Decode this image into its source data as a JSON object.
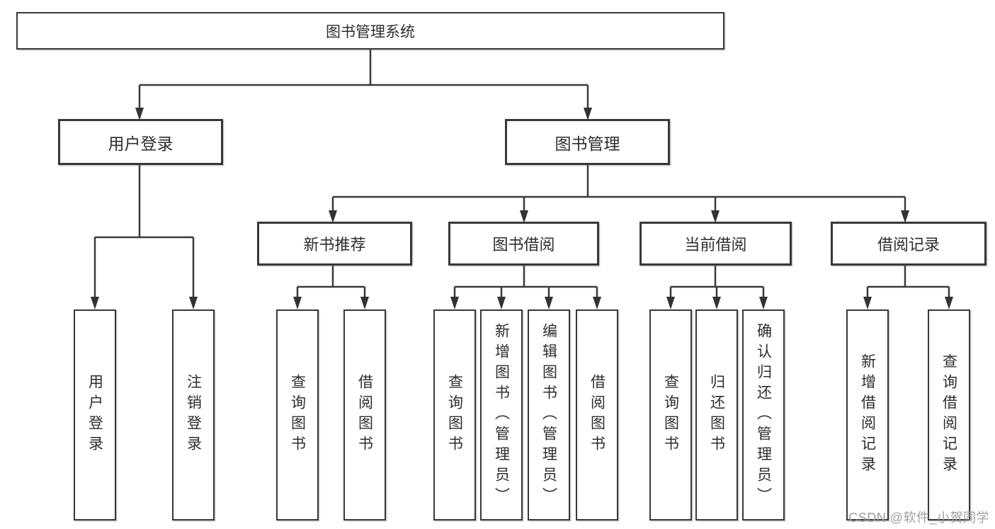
{
  "tree": {
    "root": "图书管理系统",
    "branches": [
      {
        "label": "用户登录",
        "children": [
          "用户登录",
          "注销登录"
        ]
      },
      {
        "label": "图书管理",
        "sections": [
          {
            "label": "新书推荐",
            "children": [
              "查询图书",
              "借阅图书"
            ]
          },
          {
            "label": "图书借阅",
            "children": [
              "查询图书",
              "新增图书（管理员）",
              "编辑图书（管理员）",
              "借阅图书"
            ]
          },
          {
            "label": "当前借阅",
            "children": [
              "查询图书",
              "归还图书",
              "确认归还（管理员）"
            ]
          },
          {
            "label": "借阅记录",
            "children": [
              "新增借阅记录",
              "查询借阅记录"
            ]
          }
        ]
      }
    ]
  },
  "watermark": "CSDN @软件_小贺同学",
  "colors": {
    "line": "#3a3a3a",
    "box_border": "#383838",
    "text": "#2d2d2d",
    "watermark": "#9e9e9e",
    "background": "#ffffff"
  }
}
